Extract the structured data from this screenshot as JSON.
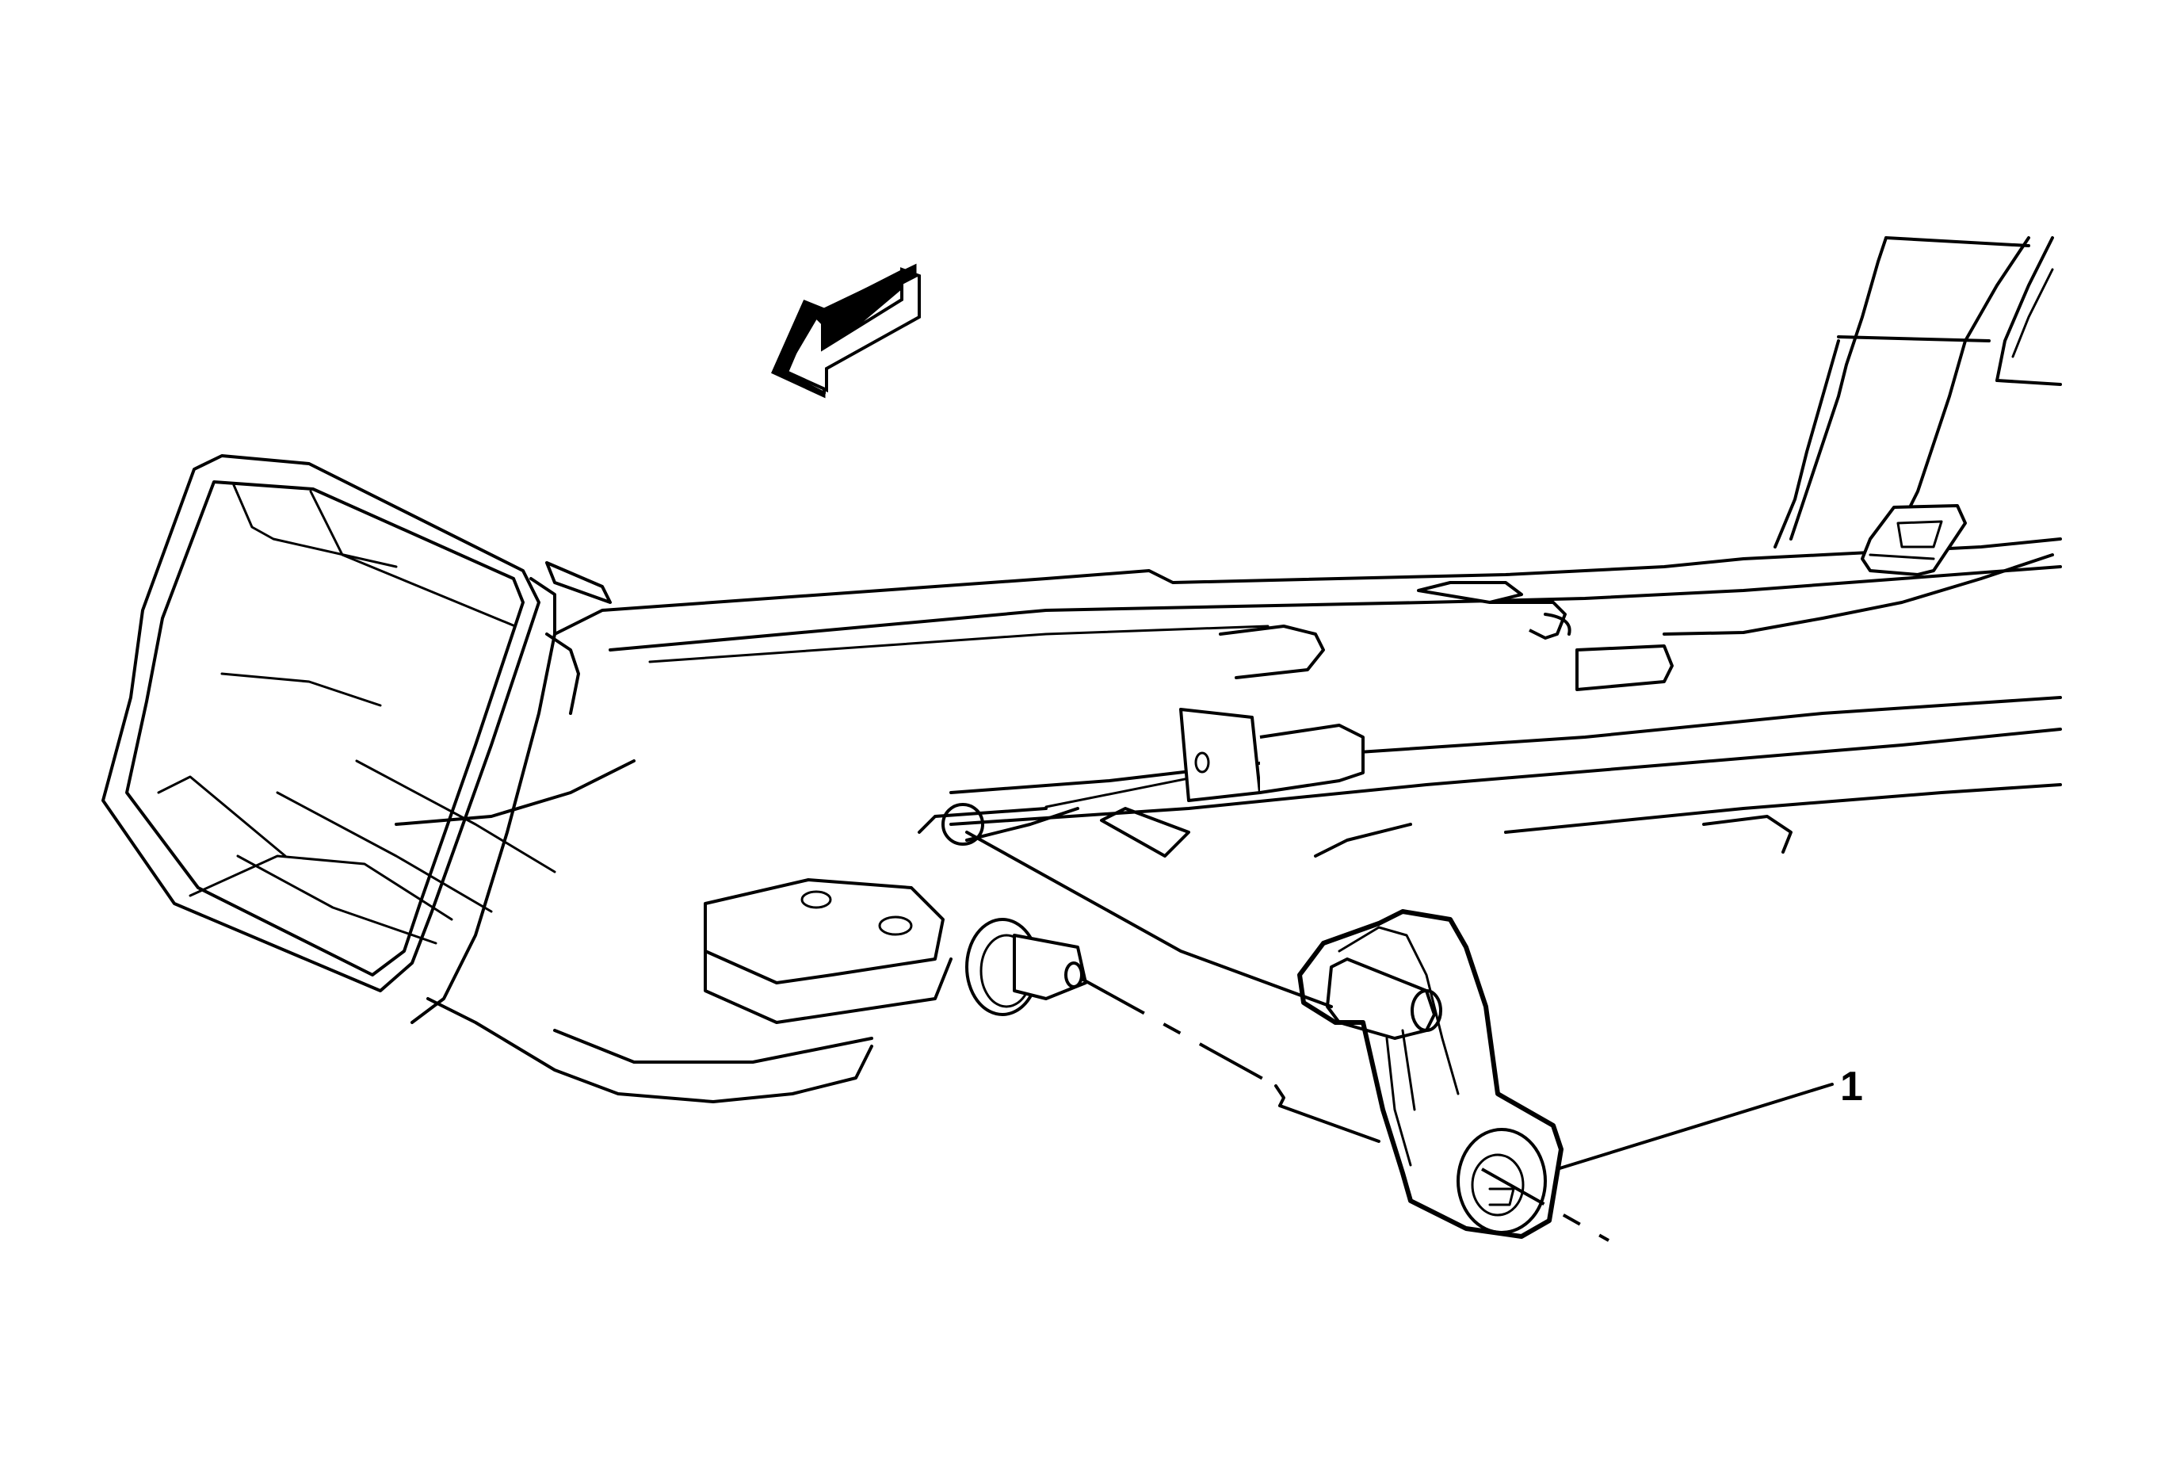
{
  "illustration": {
    "type": "technical exploded-view line drawing",
    "background_color": "#ffffff",
    "line_color": "#000000",
    "direction_arrow": {
      "icon": "direction-arrow-icon",
      "points": "lower-left"
    },
    "callouts": [
      {
        "number": "1",
        "target": "lever"
      }
    ]
  }
}
